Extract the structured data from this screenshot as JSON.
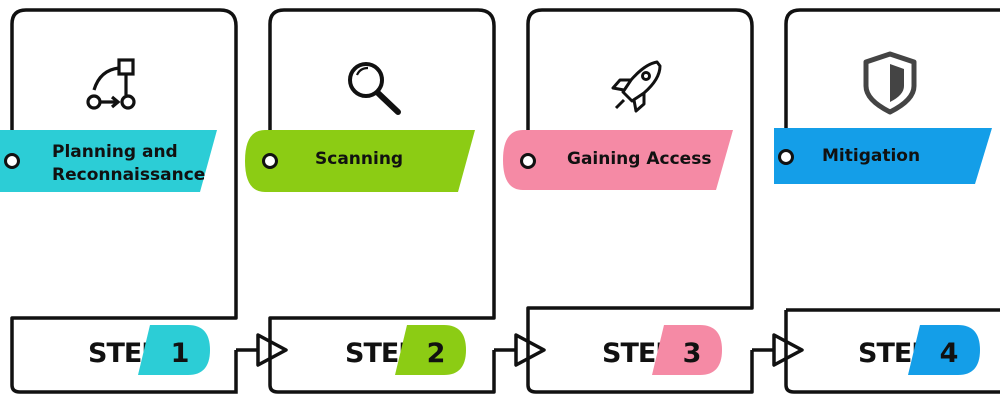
{
  "steps": [
    {
      "title_lines": [
        "Planning and",
        "Reconnaissance"
      ],
      "step_word": "STEP",
      "number": "1",
      "color": "#2ccdd6",
      "icon": "workflow-icon"
    },
    {
      "title_lines": [
        "Scanning"
      ],
      "step_word": "STEP",
      "number": "2",
      "color": "#8ccc14",
      "icon": "magnifier-icon"
    },
    {
      "title_lines": [
        "Gaining Access"
      ],
      "step_word": "STEP",
      "number": "3",
      "color": "#f58aa5",
      "icon": "rocket-icon"
    },
    {
      "title_lines": [
        "Mitigation"
      ],
      "step_word": "STEP",
      "number": "4",
      "color": "#149ee8",
      "icon": "shield-icon"
    }
  ],
  "colors": {
    "outline": "#111111",
    "icon": "#111111",
    "background": "#ffffff"
  }
}
